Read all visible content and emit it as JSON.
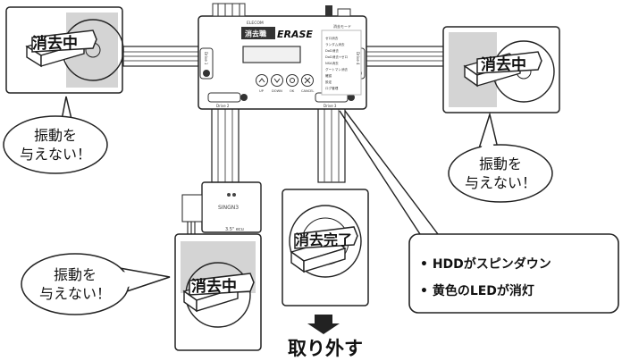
{
  "device": {
    "brand": "ELECOM",
    "model_badge": "消去職",
    "model_name": "ERASE",
    "mode_header": "消去モード",
    "menu_items": [
      "ゼロ消去",
      "ランダム消去",
      "DoD消去",
      "DoD消去+ゼロ",
      "NSA消去",
      "グートマン消去",
      "確認",
      "設定",
      "ログ管理"
    ],
    "button_labels": [
      "UP",
      "DOWN",
      "OK",
      "CANCEL"
    ],
    "port_labels": [
      "Drive 1",
      "Drive 2",
      "Drive 3",
      "Drive 4"
    ]
  },
  "drives": {
    "erasing_label": "消去中",
    "done_label": "消去完了"
  },
  "adapter": {
    "text": "SINGN3",
    "size_label": "3.5\" ecu"
  },
  "bubbles": {
    "left_top": "振動を\n与えない！",
    "right": "振動を\n与えない！",
    "left_bottom": "振動を\n与えない！"
  },
  "callout": {
    "items": [
      "• HDDがスピンダウン",
      "• 黄色のLEDが消灯"
    ]
  },
  "action": {
    "remove_label": "取り外す"
  },
  "colors": {
    "hdd_gray": "#d4d4d4",
    "line": "#111111",
    "bubble_fill": "#ffffff"
  }
}
